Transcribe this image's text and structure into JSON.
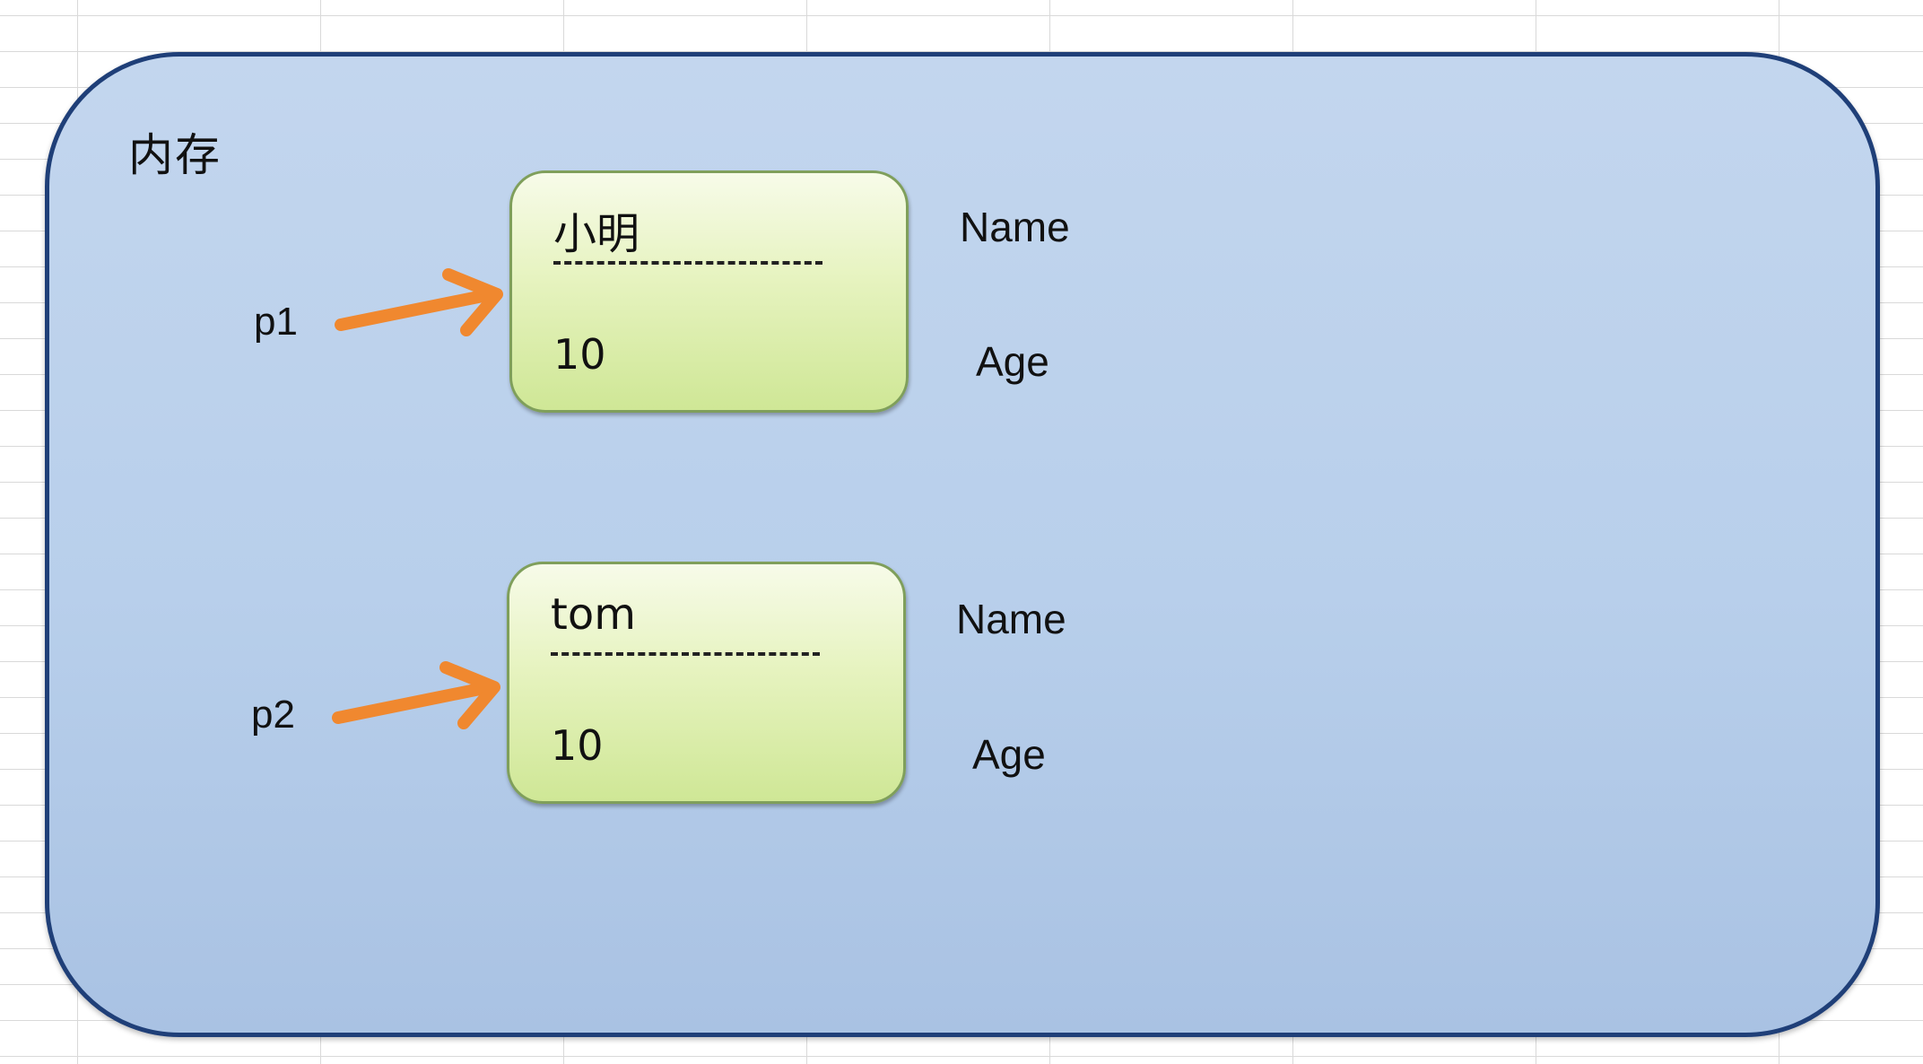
{
  "memory_label": "内存",
  "objects": [
    {
      "pointer": "p1",
      "name_value": "小明",
      "age_value": "10",
      "field_name_label": "Name",
      "field_age_label": "Age"
    },
    {
      "pointer": "p2",
      "name_value": "tom",
      "age_value": "10",
      "field_name_label": "Name",
      "field_age_label": "Age"
    }
  ],
  "colors": {
    "memory_fill": "#b8cfeb",
    "memory_border": "#1f3f78",
    "object_fill": "#e6f3bf",
    "object_border": "#7f9f5b",
    "arrow": "#f0882f"
  }
}
